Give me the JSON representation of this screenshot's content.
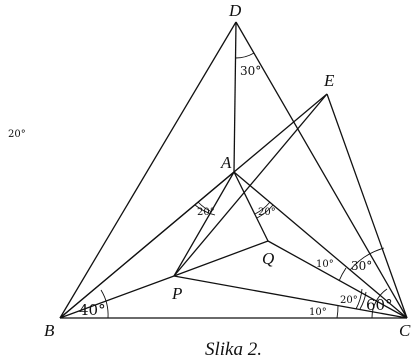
{
  "points": {
    "A": "A",
    "B": "B",
    "C": "C",
    "D": "D",
    "E": "E",
    "P": "P",
    "Q": "Q"
  },
  "angles": {
    "stray": "20°",
    "D_30": "30°",
    "A_left_20": "20°",
    "A_right_20": "20°",
    "B_40": "40°",
    "C_10_bottom": "10°",
    "C_10_upper": "10°",
    "C_20": "20°",
    "C_30": "30°",
    "C_60": "60°"
  },
  "caption": "Slika 2."
}
